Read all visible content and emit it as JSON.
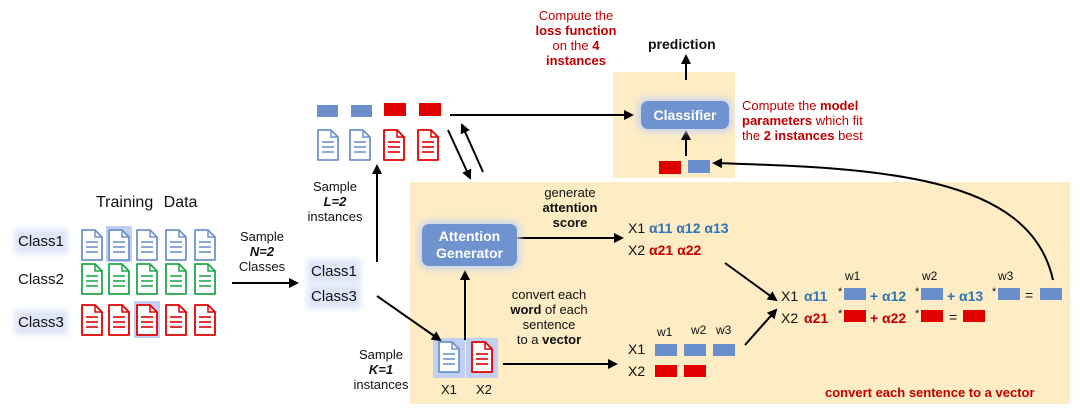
{
  "training_data": {
    "title": "Training Data",
    "class_labels": [
      "Class1",
      "Class2",
      "Class3"
    ]
  },
  "sample_n": {
    "line1": "Sample",
    "line2": "N=2",
    "line3": "Classes"
  },
  "selected_classes": [
    "Class1",
    "Class3"
  ],
  "sample_l": {
    "line1": "Sample",
    "line2": "L=2",
    "line3": "instances"
  },
  "sample_k": {
    "line1": "Sample",
    "line2": "K=1",
    "line3": "instances"
  },
  "support": {
    "x1": "X1",
    "x2": "X2"
  },
  "attention_generator": {
    "line1": "Attention",
    "line2": "Generator"
  },
  "gen_attention": {
    "line1": "generate",
    "line2": "attention",
    "line3": "score"
  },
  "attn_rows": {
    "x1_label": "X1",
    "x1_values": "α11 α12 α13",
    "x2_label": "X2",
    "x2_values": "α21 α22"
  },
  "convert_word": {
    "line1": "convert each",
    "line2_bold": "word",
    "line2_rest": " of each",
    "line3": "sentence",
    "line4_pre": "to a ",
    "line4_bold": "vector"
  },
  "word_vectors": {
    "x1": "X1",
    "x2": "X2",
    "w1": "w1",
    "w2": "w2",
    "w3": "w3"
  },
  "weighted_sum": {
    "x1": "X1",
    "x2": "X2",
    "w1": "w1",
    "w2": "w2",
    "w3": "w3",
    "a11": "α11",
    "a12": "α12",
    "a13": "α13",
    "a21": "α21",
    "a22": "α22",
    "star": "*",
    "plus": "+",
    "eq": "="
  },
  "convert_sentence": "convert each sentence to a vector",
  "classifier": "Classifier",
  "prediction": "prediction",
  "loss_note": {
    "line1": "Compute the",
    "line2": "loss function",
    "line3": "on the ",
    "line3_bold": "4",
    "line4": "instances"
  },
  "model_note": {
    "line1_pre": "Compute the ",
    "line1_bold": "model",
    "line2_bold": "parameters",
    "line2_rest": " which fit",
    "line3_pre": "the ",
    "line3_bold": "2 instances",
    "line3_rest": " best"
  },
  "colors": {
    "blue": "#6f93cf",
    "green": "#1fa84a",
    "red": "#e00000",
    "panel": "#fdecc4",
    "dark_red_text": "#c00000",
    "blue_text": "#2e75b6"
  }
}
